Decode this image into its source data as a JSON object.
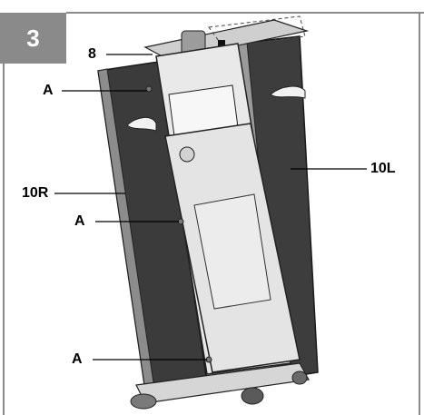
{
  "step": {
    "number": "3"
  },
  "callouts": {
    "c8": "8",
    "a_top": "A",
    "a_mid": "A",
    "a_bottom": "A",
    "r10": "10R",
    "l10": "10L"
  },
  "colors": {
    "border": "#8a8a8a",
    "badge": "#8a8a8a",
    "panel_dark": "#3a3a3a",
    "body_light": "#e8e8e8"
  }
}
